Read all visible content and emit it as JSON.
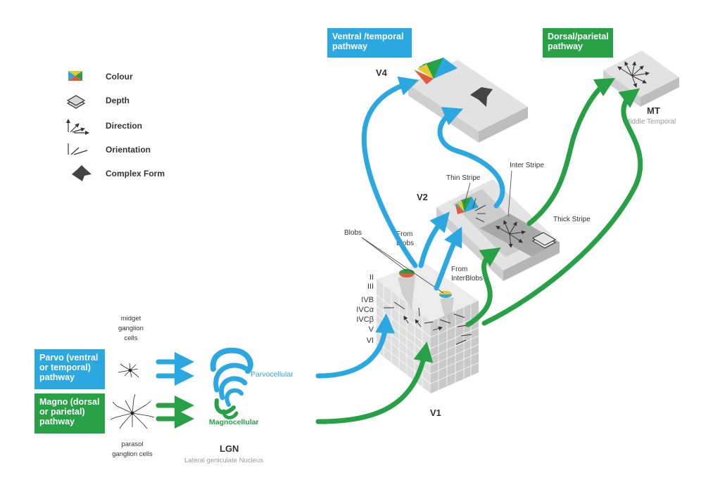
{
  "colors": {
    "blue": "#2aa8df",
    "green": "#27a046",
    "dark": "#444444",
    "grey": "#9a9a9a"
  },
  "legend": {
    "colour": "Colour",
    "depth": "Depth",
    "direction": "Direction",
    "orientation": "Orientation",
    "complex_form": "Complex Form"
  },
  "pathway_boxes": {
    "ventral_line1": "Ventral /temporal",
    "ventral_line2": "pathway",
    "dorsal_line1": "Dorsal/parietal",
    "dorsal_line2": "pathway",
    "parvo_line1": "Parvo (ventral",
    "parvo_line2": "or temporal)",
    "parvo_line3": "pathway",
    "magno_line1": "Magno (dorsal",
    "magno_line2": "or parietal)",
    "magno_line3": "pathway"
  },
  "areas": {
    "v4": "V4",
    "v2": "V2",
    "v1": "V1",
    "mt": "MT",
    "mt_full": "Middle Temporal",
    "lgn": "LGN",
    "lgn_full": "Lateral geniculate Nucleus"
  },
  "labels": {
    "thin_stripe": "Thin Stripe",
    "inter_stripe": "Inter Stripe",
    "thick_stripe": "Thick Stripe",
    "blobs": "Blobs",
    "from_blobs_1": "From",
    "from_blobs_2": "Blobs",
    "from_inter_1": "From",
    "from_inter_2": "InterBlobs",
    "parvocellular": "Parvocellular",
    "magnocellular": "Magnocellular",
    "midget_1": "midget",
    "midget_2": "ganglion",
    "midget_3": "cells",
    "parasol_1": "parasol",
    "parasol_2": "ganglion cells"
  },
  "layers": [
    "II",
    "III",
    "IVB",
    "IVCα",
    "IVCβ",
    "V",
    "VI"
  ]
}
